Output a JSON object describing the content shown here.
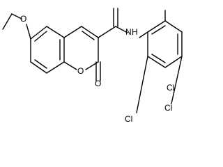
{
  "molecule": {
    "atoms": {
      "ring_oxygen": "O",
      "carbonyl_oxygen": "O",
      "ethoxy_oxygen": "O",
      "amide_nitrogen": "N",
      "amide_hydrogen": "H",
      "chlorine_top": "Cl",
      "chlorine_right": "Cl",
      "chlorine_bottom": "Cl"
    }
  }
}
